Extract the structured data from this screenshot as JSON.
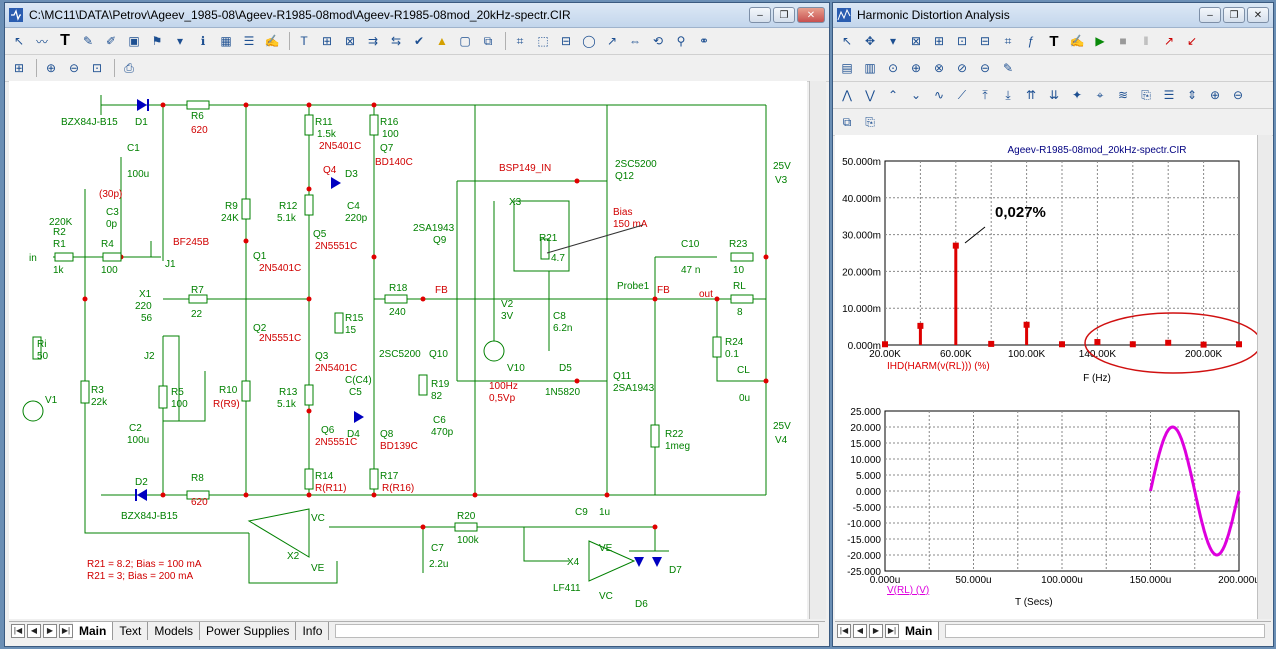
{
  "left_window": {
    "title": "C:\\MC11\\DATA\\Petrov\\Ageev_1985-08\\Ageev-R1985-08mod\\Ageev-R1985-08mod_20kHz-spectr.CIR",
    "tabs": [
      "Main",
      "Text",
      "Models",
      "Power Supplies",
      "Info"
    ],
    "active_tab": "Main",
    "schematic": {
      "notes": [
        "R21 = 8.2; Bias = 100 mA",
        "R21 = 3; Bias = 200 mA"
      ],
      "labels": {
        "bzx_top": "BZX84J-B15",
        "d1": "D1",
        "r6": "R6",
        "r6v": "620",
        "c1": "C1",
        "c1v": "100u",
        "x30p": "(30p)",
        "c3": "C3",
        "c3v": "0p",
        "r2v": "220K",
        "r2": "R2",
        "r1": "R1",
        "r1v": "1k",
        "r4": "R4",
        "r4v": "100",
        "in": "in",
        "bf": "BF245B",
        "j1": "J1",
        "x1": "X1",
        "x1v1": "220",
        "x1v2": "56",
        "r7": "R7",
        "r7v": "22",
        "j2": "J2",
        "r5": "R5",
        "r5v": "100",
        "ri": "Ri",
        "riv": "50",
        "v1": "V1",
        "r3": "R3",
        "r3v": "22k",
        "c2": "C2",
        "c2v": "100u",
        "d2": "D2",
        "bzx_bot": "BZX84J-B15",
        "r8": "R8",
        "r8v": "620",
        "r9": "R9",
        "r9v": "24K",
        "q1": "Q1",
        "q1m": "2N5401C",
        "q2": "Q2",
        "q2m": "2N5551C",
        "r10": "R10",
        "r10v": "R(R9)",
        "r11": "R11",
        "r11v": "1.5k",
        "q4m": "2N5401C",
        "q4": "Q4",
        "d3": "D3",
        "r16": "R16",
        "r16v": "100",
        "q7": "Q7",
        "q7m": "BD140C",
        "r12": "R12",
        "r12v": "5.1k",
        "c4": "C4",
        "c4v": "220p",
        "q5": "Q5",
        "q5m": "2N5551C",
        "r15": "R15",
        "r15v": "15",
        "q3": "Q3",
        "q3m": "2N5401C",
        "cc4": "C(C4)",
        "c5": "C5",
        "r13": "R13",
        "r13v": "5.1k",
        "q6": "Q6",
        "d4": "D4",
        "q8": "Q8",
        "q8m": "BD139C",
        "q6m": "2N5551C",
        "r14": "R14",
        "r14v": "R(R11)",
        "r17": "R17",
        "r17v": "R(R16)",
        "sa1943": "2SA1943",
        "q9": "Q9",
        "r18": "R18",
        "r18v": "240",
        "fb": "FB",
        "sc5200": "2SC5200",
        "q10": "Q10",
        "r19": "R19",
        "r19v": "82",
        "c6": "C6",
        "c6v": "470p",
        "bsp": "BSP149_IN",
        "x3": "X3",
        "r21": "R21",
        "r21v": "4.7",
        "bias": "Bias",
        "biasv": "150 mA",
        "v2": "V2",
        "v2v": "3V",
        "v10": "V10",
        "freq": "100Hz",
        "amp": "0,5Vp",
        "c8": "C8",
        "c8v": "6.2n",
        "d5": "D5",
        "d5m": "1N5820",
        "q12m": "2SC5200",
        "q12": "Q12",
        "q11": "Q11",
        "q11m": "2SA1943",
        "probe": "Probe1",
        "fb2": "FB",
        "c10": "C10",
        "c10v": "47 n",
        "r23": "R23",
        "r23v": "10",
        "out": "out",
        "rl": "RL",
        "rlv": "8",
        "r24": "R24",
        "r24v": "0.1",
        "cl": "CL",
        "clv": "0u",
        "v3v": "25V",
        "v3": "V3",
        "v4v": "25V",
        "v4": "V4",
        "r22": "R22",
        "r22v": "1meg",
        "c9": "C9",
        "c9v": "1u",
        "r20": "R20",
        "r20v": "100k",
        "c7": "C7",
        "c7v": "2.2u",
        "x2": "X2",
        "vc": "VC",
        "ve": "VE",
        "x4": "X4",
        "lf411": "LF411",
        "ve2": "VE",
        "vc2": "VC",
        "d6": "D6",
        "d7": "D7"
      }
    }
  },
  "right_window": {
    "title": "Harmonic Distortion Analysis",
    "tabs": [
      "Main"
    ],
    "active_tab": "Main"
  },
  "chart_data": [
    {
      "type": "bar",
      "title": "Ageev-R1985-08mod_20kHz-spectr.CIR",
      "xlabel": "F (Hz)",
      "series_label": "IHD(HARM(v(RL))) (%)",
      "x_ticks": [
        "20.00K",
        "60.00K",
        "100.00K",
        "140.00K",
        "200.00K"
      ],
      "y_ticks": [
        "0.000m",
        "10.000m",
        "20.000m",
        "30.000m",
        "40.000m",
        "50.000m"
      ],
      "ylim": [
        0,
        0.05
      ],
      "xlim": [
        20000,
        220000
      ],
      "x": [
        20000,
        40000,
        60000,
        80000,
        100000,
        120000,
        140000,
        160000,
        180000,
        200000,
        220000
      ],
      "values": [
        0.0002,
        0.0052,
        0.027,
        0.0003,
        0.0055,
        0.0002,
        0.0008,
        0.0002,
        0.0006,
        0.0001,
        0.0002
      ],
      "annotation": "0,027%",
      "color": "#dd0000"
    },
    {
      "type": "line",
      "xlabel": "T (Secs)",
      "series_label": "V(RL) (V)",
      "x_ticks": [
        "0.000u",
        "50.000u",
        "100.000u",
        "150.000u",
        "200.000u"
      ],
      "y_ticks": [
        "25.000",
        "20.000",
        "15.000",
        "10.000",
        "5.000",
        "0.000",
        "-5.000",
        "-10.000",
        "-15.000",
        "-20.000",
        "-25.000"
      ],
      "xlim": [
        0,
        0.0002
      ],
      "ylim": [
        -25,
        25
      ],
      "amplitude": 20,
      "frequency": 20000,
      "visible_start": 0.00015,
      "color": "#dd00dd"
    }
  ]
}
